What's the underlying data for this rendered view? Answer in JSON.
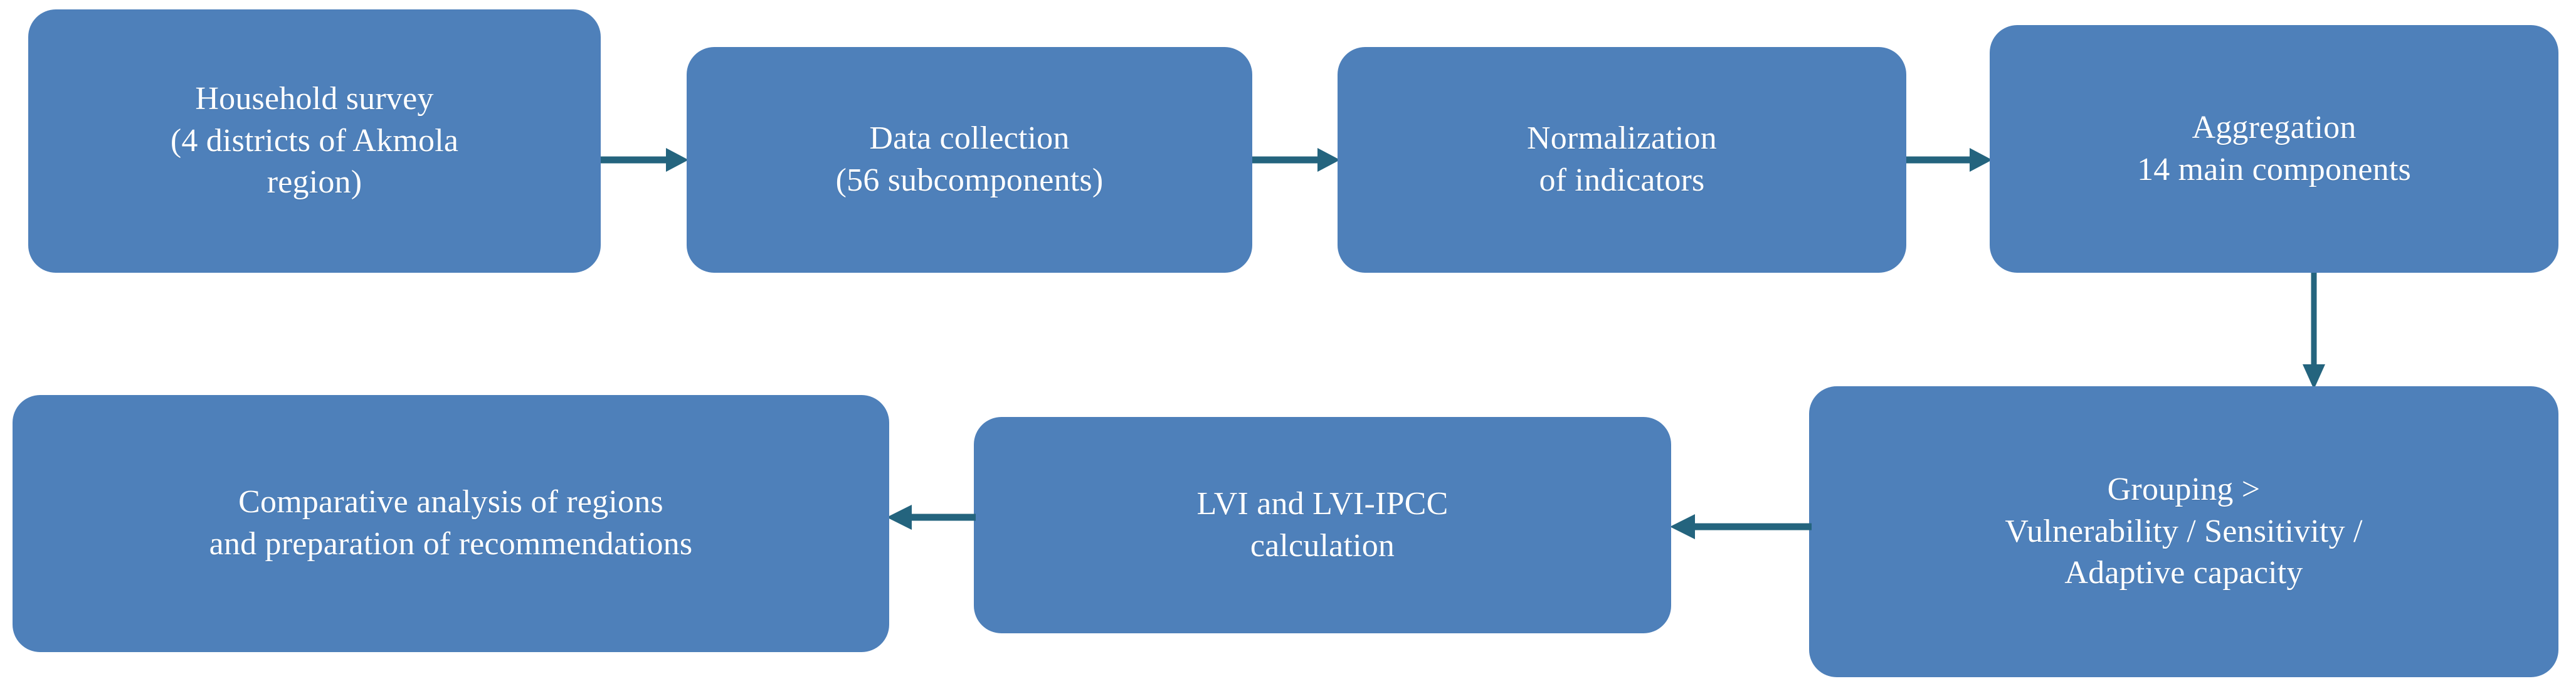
{
  "diagram": {
    "title": "LVI methodology flowchart",
    "colors": {
      "node_fill": "#4E80BA",
      "node_text": "#FFFFFF",
      "arrow": "#24647E",
      "background": "#FFFFFF"
    },
    "nodes": [
      {
        "id": "household-survey",
        "text": "Household survey\n(4 districts of Akmola\nregion)"
      },
      {
        "id": "data-collection",
        "text": "Data collection\n(56 subcomponents)"
      },
      {
        "id": "normalization-of-indicators",
        "text": "Normalization\nof indicators"
      },
      {
        "id": "aggregation",
        "text": "Aggregation\n14 main components"
      },
      {
        "id": "grouping",
        "text": "Grouping >\nVulnerability / Sensitivity /\nAdaptive capacity"
      },
      {
        "id": "lvi-calculation",
        "text": "LVI and LVI-IPCC\ncalculation"
      },
      {
        "id": "comparative-analysis",
        "text": "Comparative analysis of regions\nand preparation of recommendations"
      }
    ],
    "edges": [
      {
        "id": "household-to-collection",
        "direction": "right"
      },
      {
        "id": "collection-to-normalize",
        "direction": "right"
      },
      {
        "id": "normalize-to-aggregation",
        "direction": "right"
      },
      {
        "id": "aggregation-to-grouping",
        "direction": "down"
      },
      {
        "id": "grouping-to-lvi",
        "direction": "left"
      },
      {
        "id": "lvi-to-comparative",
        "direction": "left"
      }
    ]
  }
}
